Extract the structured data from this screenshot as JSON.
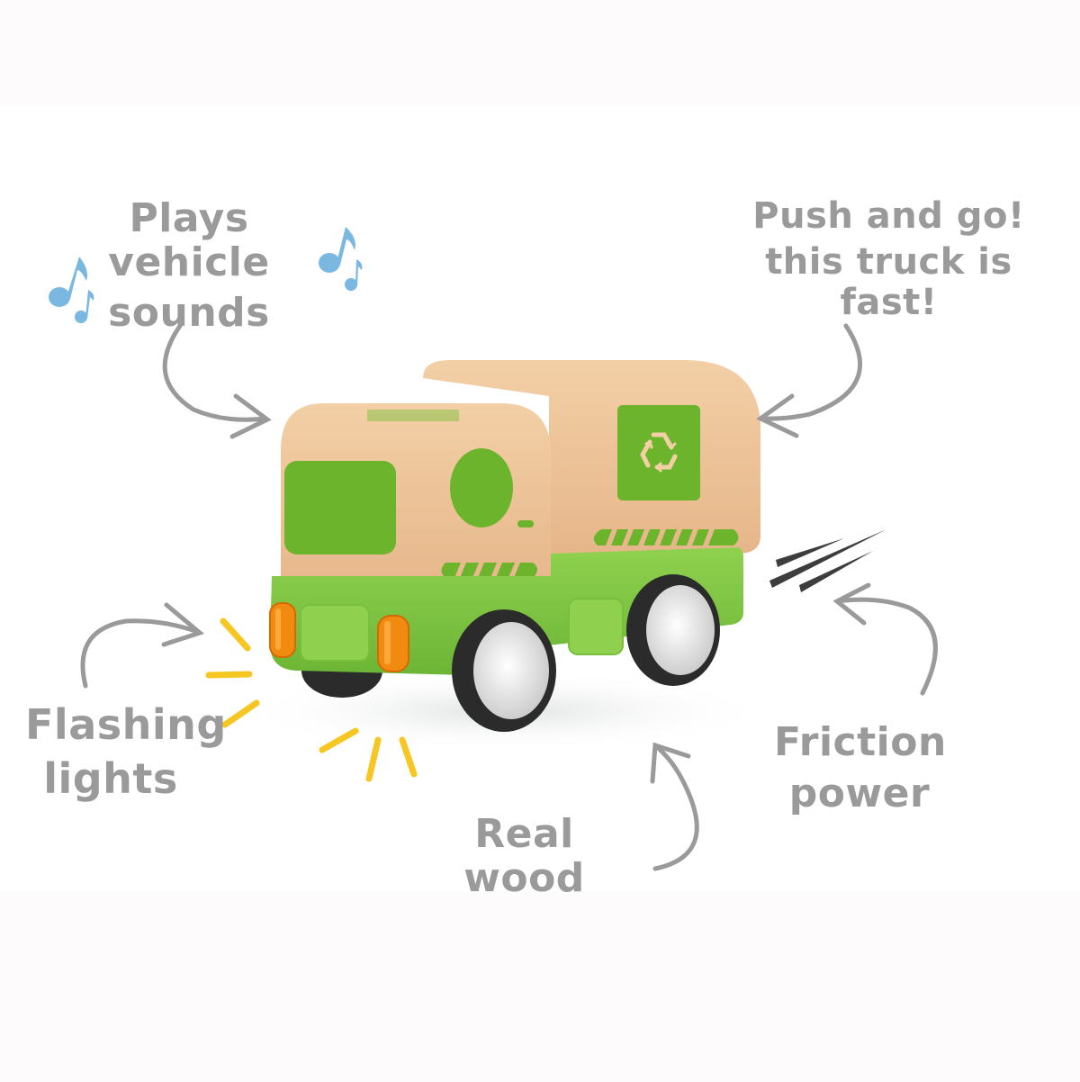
{
  "callouts": {
    "sounds": {
      "line1": "Plays vehicle",
      "line2": "sounds"
    },
    "push_go": {
      "line1": "Push and go!",
      "line2": "this truck is fast!"
    },
    "lights": {
      "line1": "Flashing",
      "line2": "lights"
    },
    "friction": {
      "line1": "Friction",
      "line2": "power"
    },
    "wood": {
      "line1": "Real wood"
    }
  },
  "icons": {
    "music_notes": "music-note-icon",
    "recycle": "recycle-icon",
    "arrows": "curved-arrow-icon",
    "speed_lines": "speed-lines-icon",
    "light_rays": "light-rays-icon"
  },
  "colors": {
    "text_gray": "#9a9a9a",
    "note_blue": "#7ab8e2",
    "ray_yellow": "#f6c623",
    "wood": "#eec49a",
    "green": "#7cc440",
    "dark_green": "#62a82a",
    "orange": "#f08a10",
    "tire": "#2b2b2b"
  }
}
